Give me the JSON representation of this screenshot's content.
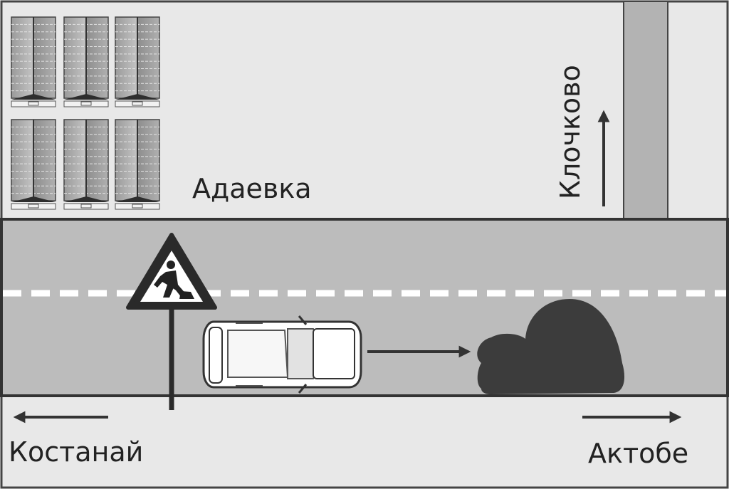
{
  "labels": {
    "village": "Адаевка",
    "north_destination": "Клочково",
    "west_destination": "Костанай",
    "east_destination": "Актобе"
  },
  "icons": {
    "road_sign": "road-works-sign-icon",
    "vehicle": "car-icon",
    "obstacle": "pothole-icon",
    "buildings": "apartment-building-icon"
  },
  "colors": {
    "ground": "#e8e8e8",
    "road": "#bcbcbc",
    "side_road": "#b3b3b3",
    "outline": "#333333",
    "lane_marking": "#ffffff",
    "obstacle": "#3c3c3c",
    "sign_border": "#2a2a2a",
    "sign_face": "#ffffff"
  }
}
